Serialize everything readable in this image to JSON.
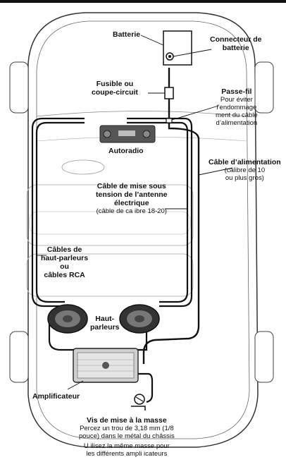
{
  "labels": {
    "battery": "Batterie",
    "battery_connector_1": "Connecteur de",
    "battery_connector_2": "batterie",
    "fuse_1": "Fusible ou",
    "fuse_2": "coupe-circuit",
    "grommet_title": "Passe-fil",
    "grommet_1": "Pour éviter",
    "grommet_2": "l’endommage",
    "grommet_3": "ment du câble",
    "grommet_4": "d’alimentation",
    "head_unit": "Autoradio",
    "power_cable_title": "Câble d’alimentation",
    "power_cable_1": "(calibre de 10",
    "power_cable_2": "ou plus gros)",
    "remote_1": "Câble de mise sous",
    "remote_2": "tension de l’antenne",
    "remote_3": "électrique",
    "remote_4": "(câble de ca ibre 18-20)",
    "speaker_cables_1": "Câbles de",
    "speaker_cables_2": "haut-parleurs",
    "speaker_cables_3": "ou",
    "speaker_cables_4": "câbles RCA",
    "speakers_1": "Haut-",
    "speakers_2": "parleurs",
    "amplifier": "Amplificateur",
    "ground_title": "Vis de mise à la masse",
    "ground_1": "Percez un trou de 3,18 mm (1/8",
    "ground_2": "pouce) dans le métal du châssis",
    "ground_3": "U ilisez la même masse pour",
    "ground_4": "les différents ampli icateurs"
  }
}
